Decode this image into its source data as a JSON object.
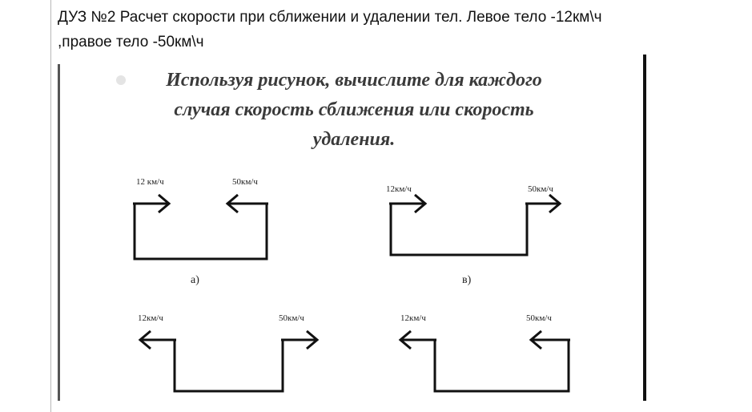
{
  "header": {
    "line1": "ДУЗ №2 Расчет скорости при сближении и удалении тел. Левое тело -12км\\ч",
    "line2": ",правое тело -50км\\ч"
  },
  "figure": {
    "task_lines": [
      "Используя рисунок, вычислите для каждого",
      "случая скорость сближения или скорость",
      "удаления."
    ],
    "diagrams": [
      {
        "case": "а)",
        "left_speed": "12 км/ч",
        "right_speed": "50км/ч"
      },
      {
        "case": "в)",
        "left_speed": "12км/ч",
        "right_speed": "50км/ч"
      },
      {
        "left_speed": "12км/ч",
        "right_speed": "50км/ч"
      },
      {
        "left_speed": "12км/ч",
        "right_speed": "50км/ч"
      }
    ]
  }
}
